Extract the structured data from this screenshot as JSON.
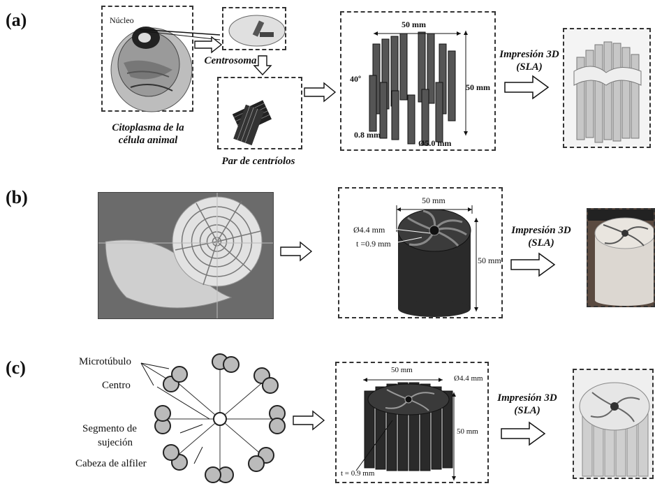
{
  "panels": {
    "a": {
      "label": "(a)",
      "nucleus": "Núcleo",
      "centrosome": "Centrosoma",
      "cytoplasm_line1": "Citoplasma de la",
      "cytoplasm_line2": "célula animal",
      "centriole_pair": "Par de centríolos",
      "dim_width": "50 mm",
      "dim_height": "50 mm",
      "dim_angle": "40º",
      "dim_thickness": "0.8 mm",
      "dim_diameter": "Ø5.0 mm",
      "print_line1": "Impresión 3D",
      "print_line2": "(SLA)"
    },
    "b": {
      "label": "(b)",
      "dim_width": "50 mm",
      "dim_height": "50 mm",
      "dim_diameter": "Ø4.4 mm",
      "dim_thickness": "t =0.9 mm",
      "print_line1": "Impresión 3D",
      "print_line2": "(SLA)"
    },
    "c": {
      "label": "(c)",
      "microtubule": "Microtúbulo",
      "center": "Centro",
      "segment_line1": "Segmento de",
      "segment_line2": "sujeción",
      "pinhead": "Cabeza de alfiler",
      "dim_width": "50 mm",
      "dim_height": "50 mm",
      "dim_diameter": "Ø4.4 mm",
      "dim_thickness": "t = 0.9 mm",
      "print_line1": "Impresión 3D",
      "print_line2": "(SLA)"
    }
  }
}
